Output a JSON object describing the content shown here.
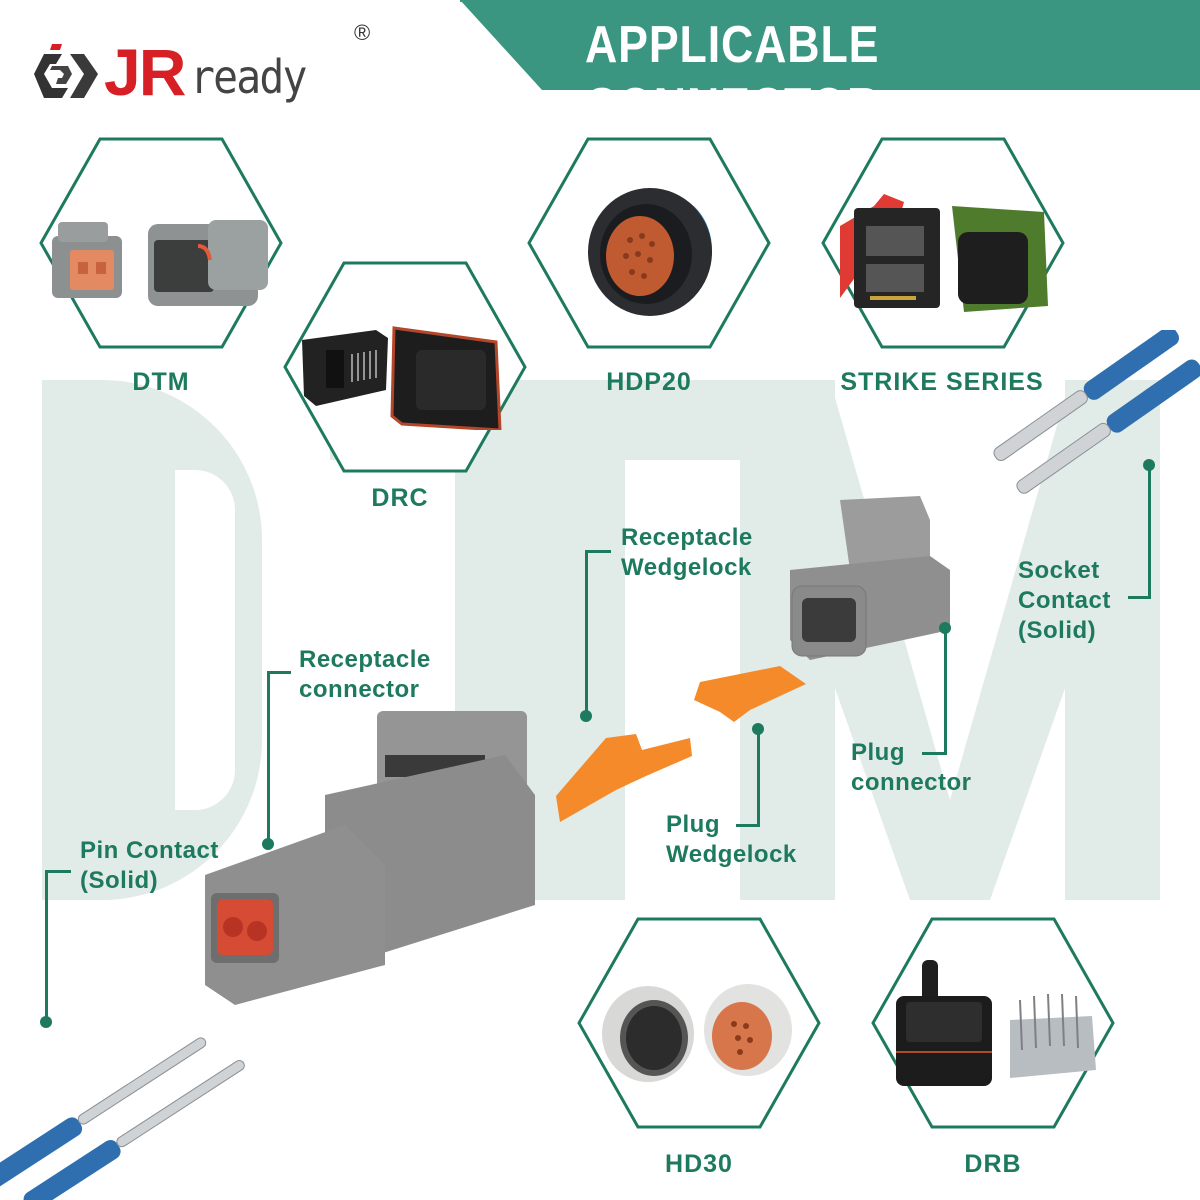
{
  "brand": {
    "logo_initials": "JR",
    "logo_word": "ready",
    "registered_mark": "®",
    "accent_red": "#d71f26"
  },
  "banner": {
    "title": "APPLICABLE CONNECTOR",
    "color": "#3a9680"
  },
  "watermark_text": "DTM",
  "connector_types": [
    {
      "label": "DTM"
    },
    {
      "label": "DRC"
    },
    {
      "label": "HDP20"
    },
    {
      "label": "STRIKE SERIES"
    },
    {
      "label": "HD30"
    },
    {
      "label": "DRB"
    }
  ],
  "callouts": {
    "receptacle_wedgelock": [
      "Receptacle",
      "Wedgelock"
    ],
    "socket_contact": [
      "Socket",
      "Contact",
      "(Solid)"
    ],
    "receptacle_connector": [
      "Receptacle",
      "connector"
    ],
    "plug_connector": [
      "Plug",
      "connector"
    ],
    "pin_contact": [
      "Pin Contact",
      "(Solid)"
    ],
    "plug_wedgelock": [
      "Plug",
      "Wedgelock"
    ]
  },
  "colors": {
    "label_green": "#1e7a5e",
    "watermark": "#e1ebe8",
    "connector_grey": "#8e8e8e",
    "wedgelock_orange": "#f58a2a",
    "wire_blue": "#2f6fb0"
  }
}
